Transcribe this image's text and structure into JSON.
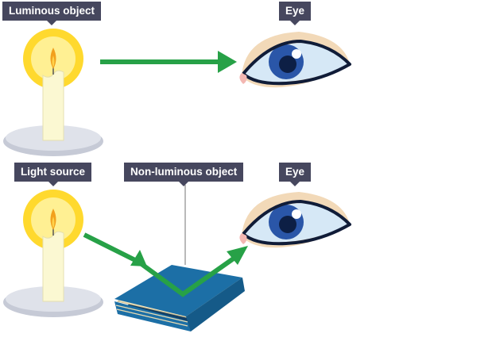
{
  "labels": {
    "luminous_object": "Luminous object",
    "eye_top": "Eye",
    "light_source": "Light source",
    "non_luminous_object": "Non-luminous object",
    "eye_bottom": "Eye"
  },
  "colors": {
    "label_background": "#46475e",
    "label_text": "#ffffff",
    "arrow": "#27a147",
    "glow": "#ffd92e",
    "glow_inner": "#fff29e",
    "flame": "#f2a01d",
    "candle": "#fbf8d2",
    "plate": "#c6cad6",
    "iris": "#2a56a8",
    "eye_white": "#d6e8f6",
    "eyelid": "#f2d9b8",
    "book_cover": "#1c6fa6",
    "book_pages": "#f4e7c2"
  },
  "icons": [
    "candle-icon",
    "eye-icon",
    "book-icon"
  ]
}
